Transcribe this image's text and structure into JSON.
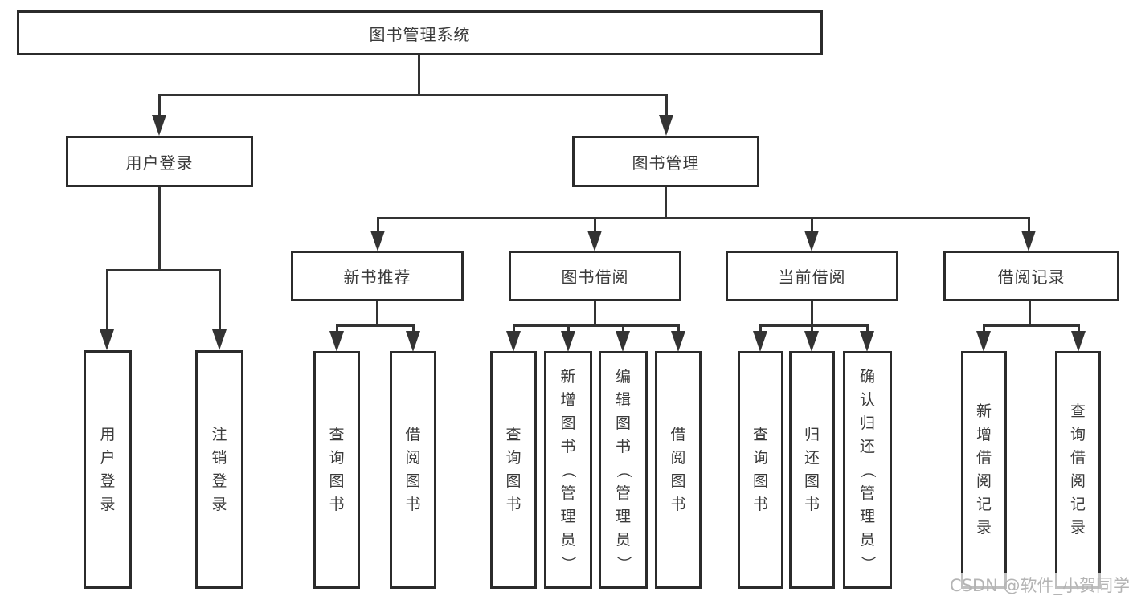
{
  "tree": {
    "root": "图书管理系统",
    "children": [
      {
        "label": "用户登录",
        "children": [
          "用户登录",
          "注销登录"
        ]
      },
      {
        "label": "图书管理",
        "children": [
          {
            "label": "新书推荐",
            "children": [
              "查询图书",
              "借阅图书"
            ]
          },
          {
            "label": "图书借阅",
            "children": [
              "查询图书",
              "新增图书（管理员）",
              "编辑图书（管理员）",
              "借阅图书"
            ]
          },
          {
            "label": "当前借阅",
            "children": [
              "查询图书",
              "归还图书",
              "确认归还（管理员）"
            ]
          },
          {
            "label": "借阅记录",
            "children": [
              "新增借阅记录",
              "查询借阅记录"
            ]
          }
        ]
      }
    ]
  },
  "watermark": "CSDN @软件_小贺同学",
  "colors": {
    "line": "#333333",
    "box_border": "#2b2b2b",
    "text": "#3a3a3a",
    "watermark": "#b4b4b4",
    "background": "#ffffff"
  }
}
